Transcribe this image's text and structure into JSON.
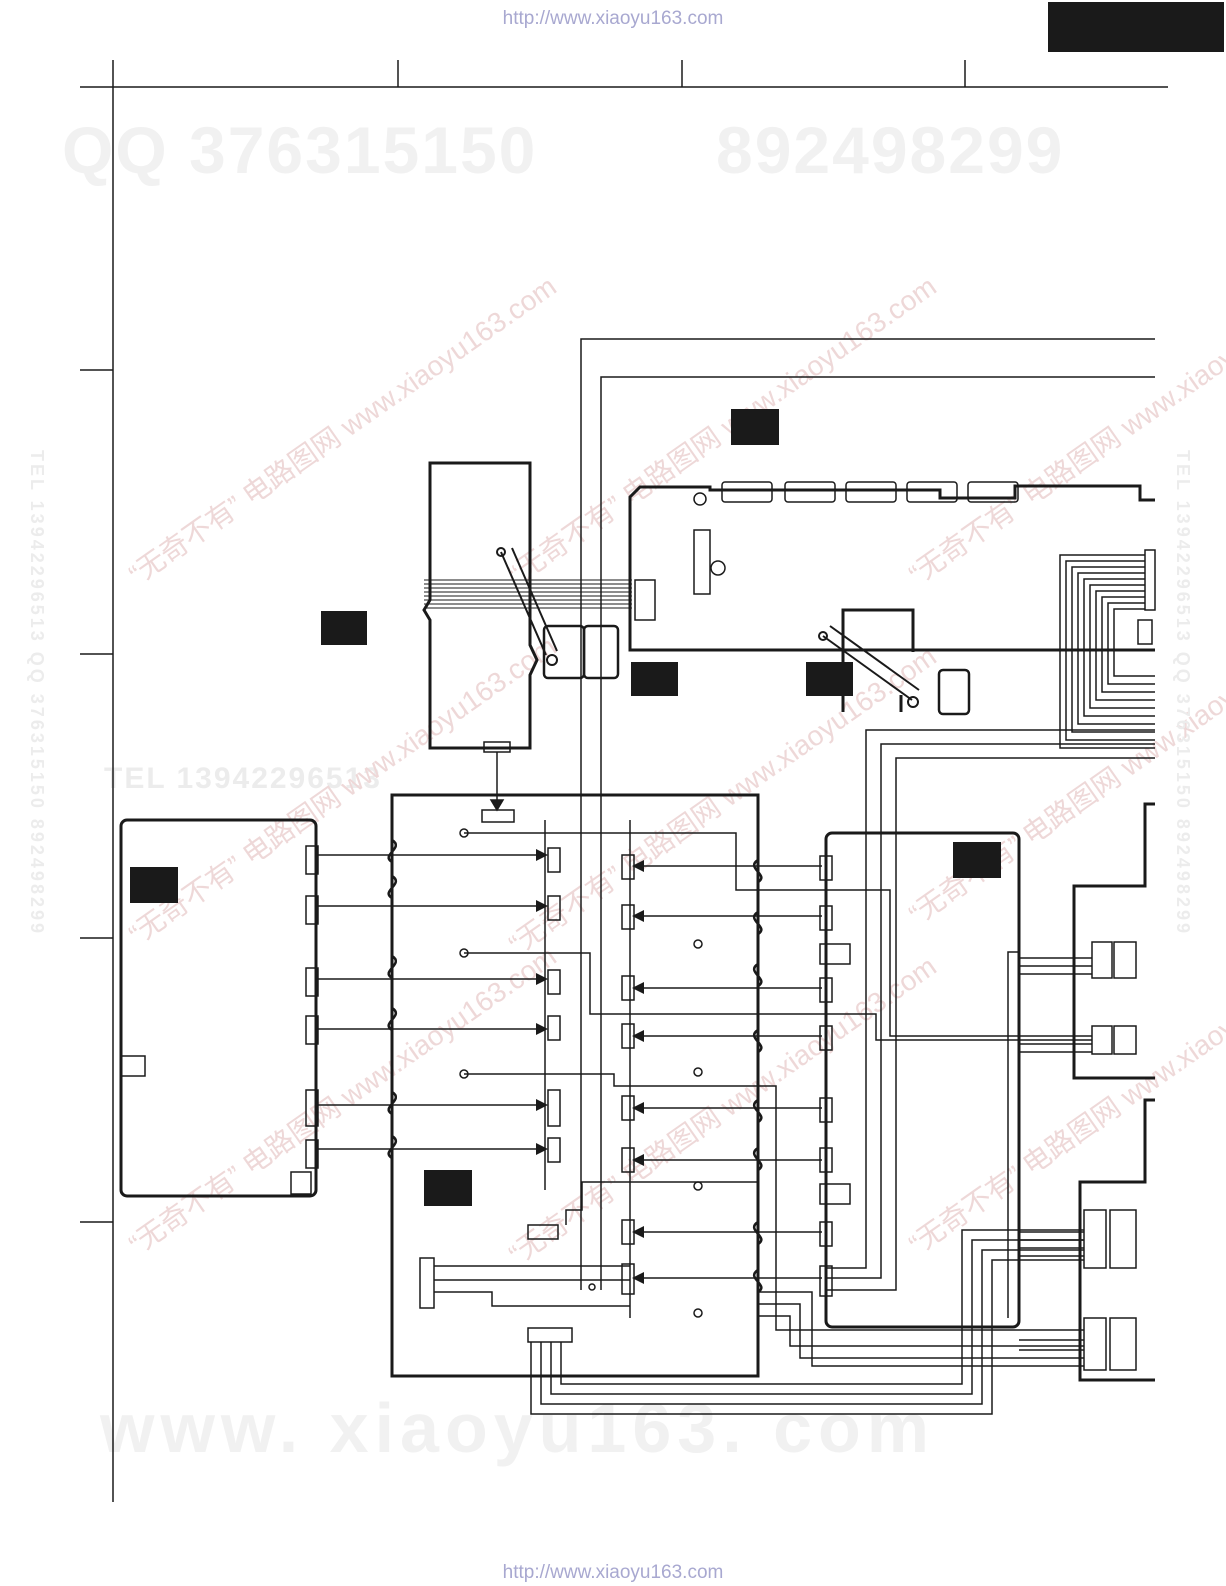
{
  "header": {
    "url_top": "http://www.xiaoyu163.com",
    "url_bottom": "http://www.xiaoyu163.com"
  },
  "watermarks": {
    "qq_line": "QQ 376315150",
    "qq_line2": "892498299",
    "www_line": "www. xiaoyu163. com",
    "tel_line": "TEL 13942296513",
    "diag_text": "“无奇不有” 电路图网 www.xiaoyu163.com",
    "side_left": "TEL 13942296513 QQ 376315150 892498299",
    "side_right": "TEL 13942296513 QQ 376315150 892498299"
  },
  "colors": {
    "line": "#1a1a1a",
    "url": "#a8a8d0",
    "watermark": "#eed8d8"
  }
}
